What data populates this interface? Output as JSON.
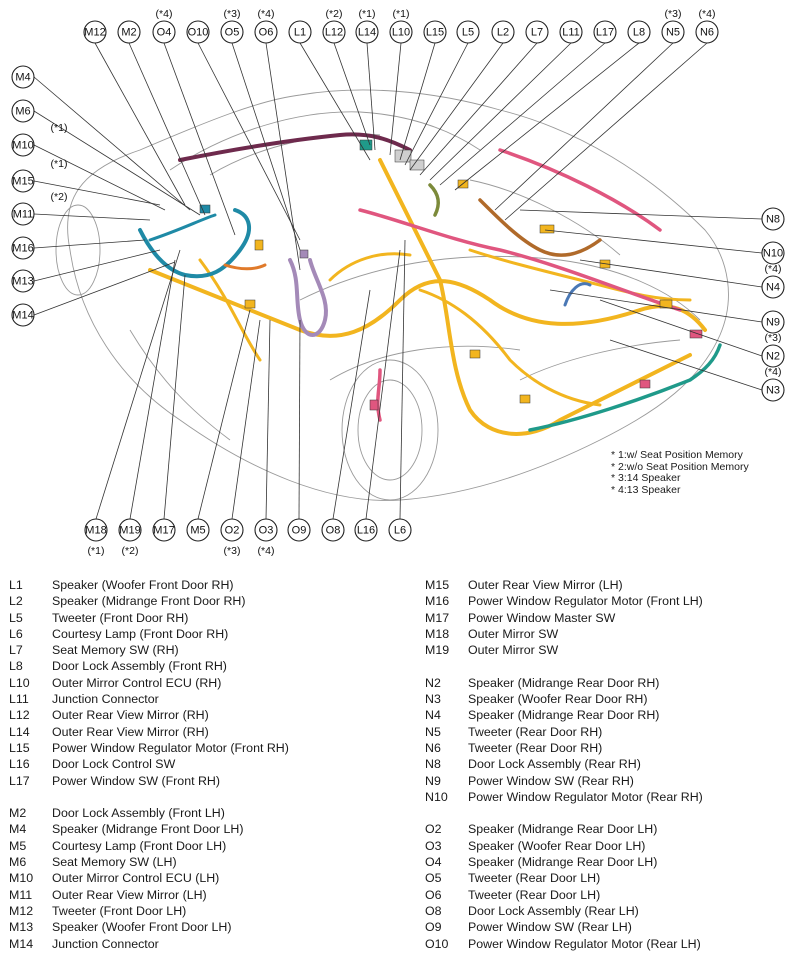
{
  "callouts": {
    "top": [
      {
        "code": "M12",
        "note": ""
      },
      {
        "code": "M2",
        "note": ""
      },
      {
        "code": "O4",
        "note": "(*4)"
      },
      {
        "code": "O10",
        "note": ""
      },
      {
        "code": "O5",
        "note": "(*3)"
      },
      {
        "code": "O6",
        "note": "(*4)"
      },
      {
        "code": "L1",
        "note": ""
      },
      {
        "code": "L12",
        "note": "(*2)"
      },
      {
        "code": "L14",
        "note": "(*1)"
      },
      {
        "code": "L10",
        "note": "(*1)"
      },
      {
        "code": "L15",
        "note": ""
      },
      {
        "code": "L5",
        "note": ""
      },
      {
        "code": "L2",
        "note": ""
      },
      {
        "code": "L7",
        "note": ""
      },
      {
        "code": "L11",
        "note": ""
      },
      {
        "code": "L17",
        "note": ""
      },
      {
        "code": "L8",
        "note": ""
      },
      {
        "code": "N5",
        "note": "(*3)"
      },
      {
        "code": "N6",
        "note": "(*4)"
      }
    ],
    "left": [
      {
        "code": "M4",
        "note": ""
      },
      {
        "code": "M6",
        "note": ""
      },
      {
        "code": "M10",
        "note": "(*1)"
      },
      {
        "code": "M15",
        "note": "(*1)"
      },
      {
        "code": "M11",
        "note": "(*2)"
      },
      {
        "code": "M16",
        "note": ""
      },
      {
        "code": "M13",
        "note": ""
      },
      {
        "code": "M14",
        "note": ""
      }
    ],
    "right": [
      {
        "code": "N8",
        "note": ""
      },
      {
        "code": "N10",
        "note": ""
      },
      {
        "code": "N4",
        "note": "(*4)"
      },
      {
        "code": "N9",
        "note": ""
      },
      {
        "code": "N2",
        "note": "(*3)"
      },
      {
        "code": "N3",
        "note": "(*4)"
      }
    ],
    "bottom": [
      {
        "code": "M18",
        "note": "(*1)"
      },
      {
        "code": "M19",
        "note": "(*2)"
      },
      {
        "code": "M17",
        "note": ""
      },
      {
        "code": "M5",
        "note": ""
      },
      {
        "code": "O2",
        "note": "(*3)"
      },
      {
        "code": "O3",
        "note": "(*4)"
      },
      {
        "code": "O9",
        "note": ""
      },
      {
        "code": "O8",
        "note": ""
      },
      {
        "code": "L16",
        "note": ""
      },
      {
        "code": "L6",
        "note": ""
      }
    ]
  },
  "footnotes": [
    "* 1:w/ Seat Position Memory",
    "* 2:w/o Seat Position Memory",
    "* 3:14 Speaker",
    "* 4:13 Speaker"
  ],
  "legend": {
    "left": [
      {
        "code": "L1",
        "desc": "Speaker (Woofer Front Door RH)"
      },
      {
        "code": "L2",
        "desc": "Speaker (Midrange Front Door RH)"
      },
      {
        "code": "L5",
        "desc": "Tweeter (Front Door RH)"
      },
      {
        "code": "L6",
        "desc": "Courtesy Lamp (Front Door RH)"
      },
      {
        "code": "L7",
        "desc": "Seat Memory SW (RH)"
      },
      {
        "code": "L8",
        "desc": "Door Lock Assembly (Front RH)"
      },
      {
        "code": "L10",
        "desc": "Outer Mirror Control ECU (RH)"
      },
      {
        "code": "L11",
        "desc": "Junction Connector"
      },
      {
        "code": "L12",
        "desc": "Outer Rear View Mirror (RH)"
      },
      {
        "code": "L14",
        "desc": "Outer Rear View Mirror (RH)"
      },
      {
        "code": "L15",
        "desc": "Power Window Regulator Motor (Front RH)"
      },
      {
        "code": "L16",
        "desc": "Door Lock Control SW"
      },
      {
        "code": "L17",
        "desc": "Power Window SW (Front RH)"
      },
      {
        "code": "",
        "desc": ""
      },
      {
        "code": "M2",
        "desc": "Door Lock Assembly (Front LH)"
      },
      {
        "code": "M4",
        "desc": "Speaker (Midrange Front Door LH)"
      },
      {
        "code": "M5",
        "desc": "Courtesy Lamp (Front Door LH)"
      },
      {
        "code": "M6",
        "desc": "Seat Memory SW (LH)"
      },
      {
        "code": "M10",
        "desc": "Outer Mirror Control ECU (LH)"
      },
      {
        "code": "M11",
        "desc": "Outer Rear View Mirror (LH)"
      },
      {
        "code": "M12",
        "desc": "Tweeter (Front Door LH)"
      },
      {
        "code": "M13",
        "desc": "Speaker (Woofer Front Door LH)"
      },
      {
        "code": "M14",
        "desc": "Junction Connector"
      }
    ],
    "right": [
      {
        "code": "M15",
        "desc": "Outer Rear View Mirror (LH)"
      },
      {
        "code": "M16",
        "desc": "Power Window Regulator Motor (Front LH)"
      },
      {
        "code": "M17",
        "desc": "Power Window Master SW"
      },
      {
        "code": "M18",
        "desc": "Outer Mirror SW"
      },
      {
        "code": "M19",
        "desc": "Outer Mirror SW"
      },
      {
        "code": "",
        "desc": ""
      },
      {
        "code": "N2",
        "desc": "Speaker (Midrange Rear Door RH)"
      },
      {
        "code": "N3",
        "desc": "Speaker (Woofer Rear Door RH)"
      },
      {
        "code": "N4",
        "desc": "Speaker (Midrange Rear Door RH)"
      },
      {
        "code": "N5",
        "desc": "Tweeter (Rear Door RH)"
      },
      {
        "code": "N6",
        "desc": "Tweeter (Rear Door RH)"
      },
      {
        "code": "N8",
        "desc": "Door Lock Assembly (Rear RH)"
      },
      {
        "code": "N9",
        "desc": "Power Window SW (Rear RH)"
      },
      {
        "code": "N10",
        "desc": "Power Window Regulator Motor (Rear RH)"
      },
      {
        "code": "",
        "desc": ""
      },
      {
        "code": "O2",
        "desc": "Speaker (Midrange Rear Door LH)"
      },
      {
        "code": "O3",
        "desc": "Speaker (Woofer Rear Door LH)"
      },
      {
        "code": "O4",
        "desc": "Speaker (Midrange Rear Door LH)"
      },
      {
        "code": "O5",
        "desc": "Tweeter (Rear Door LH)"
      },
      {
        "code": "O6",
        "desc": "Tweeter (Rear Door LH)"
      },
      {
        "code": "O8",
        "desc": "Door Lock Assembly (Rear LH)"
      },
      {
        "code": "O9",
        "desc": "Power Window SW (Rear LH)"
      },
      {
        "code": "O10",
        "desc": "Power Window Regulator Motor (Rear LH)"
      }
    ]
  },
  "colors": {
    "main_harness": "#f2b51f",
    "front_left_harness": "#1f8aa6",
    "purple_harness": "#a48ab8",
    "dark_harness": "#6e2a4d",
    "pink_harness": "#e0567f",
    "brown_harness": "#b06a2a",
    "blue_harness": "#4a78b5",
    "teal_harness": "#1f9a8a",
    "olive_harness": "#7c8a3a",
    "orange_harness": "#e07a2a"
  }
}
